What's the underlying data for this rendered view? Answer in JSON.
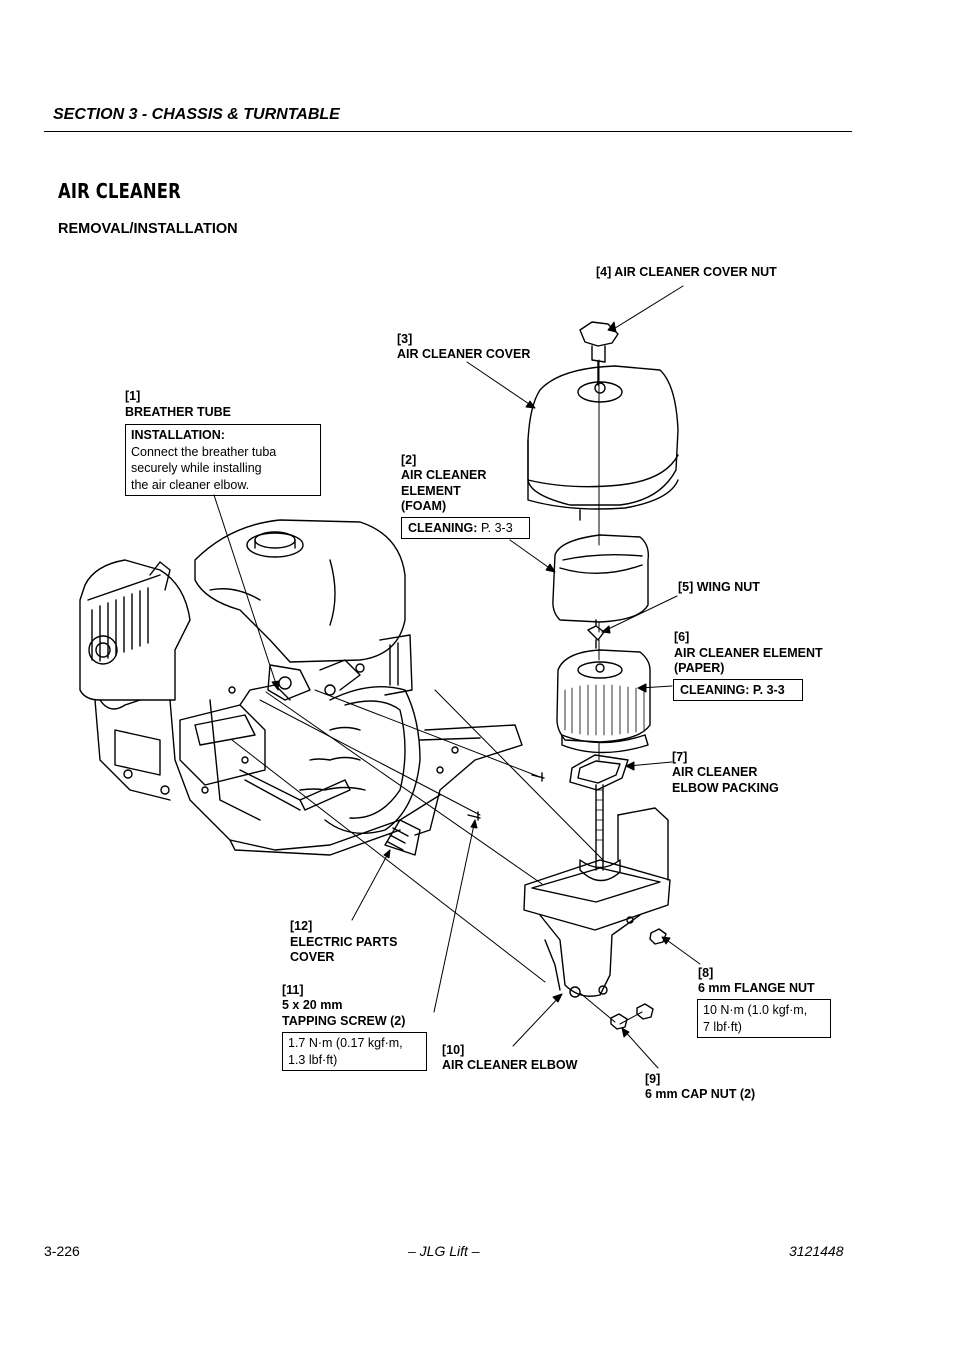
{
  "header": {
    "section": "SECTION 3 - CHASSIS & TURNTABLE"
  },
  "page": {
    "title": "AIR CLEANER",
    "subtitle": "REMOVAL/INSTALLATION"
  },
  "callouts": {
    "c1": {
      "num": "[1]",
      "name": "BREATHER TUBE"
    },
    "install_box": {
      "heading": "INSTALLATION:",
      "line1": "Connect the breather tuba",
      "line2": "securely while installing",
      "line3": "the air cleaner elbow."
    },
    "c2": {
      "num": "[2]",
      "line1": "AIR CLEANER",
      "line2": "ELEMENT",
      "line3": "(FOAM)",
      "cleaning_label": "CLEANING:",
      "cleaning_ref": "P. 3-3"
    },
    "c3": {
      "num": "[3]",
      "name": "AIR CLEANER COVER"
    },
    "c4": {
      "name": "[4] AIR CLEANER COVER NUT"
    },
    "c5": {
      "name": "[5] WING NUT"
    },
    "c6": {
      "num": "[6]",
      "line1": "AIR CLEANER ELEMENT",
      "line2": "(PAPER)",
      "cleaning": "CLEANING: P. 3-3"
    },
    "c7": {
      "num": "[7]",
      "line1": "AIR CLEANER",
      "line2": "ELBOW PACKING"
    },
    "c8": {
      "num": "[8]",
      "name": "6 mm FLANGE NUT",
      "torque1": "10 N·m (1.0 kgf·m,",
      "torque2": "7 lbf·ft)"
    },
    "c9": {
      "num": "[9]",
      "name": "6 mm CAP NUT (2)"
    },
    "c10": {
      "num": "[10]",
      "name": "AIR CLEANER ELBOW"
    },
    "c11": {
      "num": "[11]",
      "line1": "5 x 20 mm",
      "line2": "TAPPING SCREW (2)",
      "torque1": "1.7 N·m (0.17 kgf·m,",
      "torque2": "1.3 lbf·ft)"
    },
    "c12": {
      "num": "[12]",
      "line1": "ELECTRIC PARTS",
      "line2": "COVER"
    }
  },
  "footer": {
    "page_number": "3-226",
    "center": "– JLG Lift –",
    "doc_number": "3121448"
  }
}
